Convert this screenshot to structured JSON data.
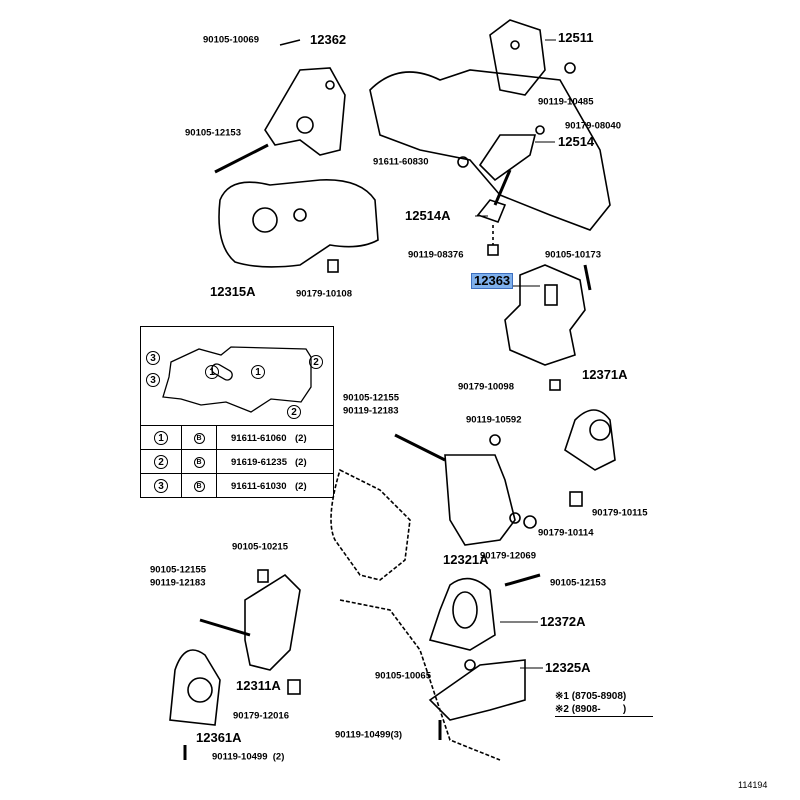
{
  "diagram": {
    "part_labels": [
      {
        "id": "90105-10069",
        "big": false
      },
      {
        "id": "12362",
        "big": true
      },
      {
        "id": "12511",
        "big": true
      },
      {
        "id": "90119-10485",
        "big": false
      },
      {
        "id": "90179-08040",
        "big": false
      },
      {
        "id": "12514",
        "big": true
      },
      {
        "id": "90105-12153",
        "big": false
      },
      {
        "id": "91611-60830",
        "big": false
      },
      {
        "id": "12514A",
        "big": true
      },
      {
        "id": "90119-08376",
        "big": false
      },
      {
        "id": "90105-10173",
        "big": false
      },
      {
        "id": "12363",
        "big": true,
        "highlighted": true
      },
      {
        "id": "12315A",
        "big": true
      },
      {
        "id": "90179-10108",
        "big": false
      },
      {
        "id": "12371A",
        "big": true
      },
      {
        "id": "90179-10098",
        "big": false
      },
      {
        "id": "90105-12155",
        "big": false
      },
      {
        "id": "90119-12183",
        "big": false
      },
      {
        "id": "90119-10592",
        "big": false
      },
      {
        "id": "90179-10115",
        "big": false
      },
      {
        "id": "90179-10114",
        "big": false
      },
      {
        "id": "90179-12069",
        "big": false
      },
      {
        "id": "12321A",
        "big": true
      },
      {
        "id": "90105-10215",
        "big": false
      },
      {
        "id": "90105-12155",
        "big": false
      },
      {
        "id": "90119-12183",
        "big": false
      },
      {
        "id": "90105-12153",
        "big": false
      },
      {
        "id": "12372A",
        "big": true
      },
      {
        "id": "12311A",
        "big": true
      },
      {
        "id": "90105-10065",
        "big": false
      },
      {
        "id": "12325A",
        "big": true
      },
      {
        "id": "90179-12016",
        "big": false
      },
      {
        "id": "12361A",
        "big": true
      },
      {
        "id": "90119-10499(3)",
        "big": false
      },
      {
        "id": "90119-10499  (2)",
        "big": false
      }
    ],
    "bolt_table": {
      "diagram_callouts": [
        "3",
        "3",
        "1",
        "1",
        "2",
        "2"
      ],
      "rows": [
        {
          "ref": "1",
          "mark": "B",
          "part": "91611-61060",
          "qty": "(2)"
        },
        {
          "ref": "2",
          "mark": "B",
          "part": "91619-61235",
          "qty": "(2)"
        },
        {
          "ref": "3",
          "mark": "B",
          "part": "91611-61030",
          "qty": "(2)"
        }
      ]
    },
    "notes": [
      {
        "mark": "※1",
        "range": "(8705-8908)"
      },
      {
        "mark": "※2",
        "range": "(8908-        )"
      }
    ],
    "reference_number": "114194",
    "highlight_color": "#7fb0ec"
  }
}
